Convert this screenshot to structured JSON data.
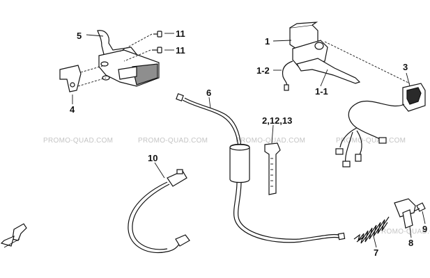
{
  "callouts": {
    "c5": "5",
    "c11a": "11",
    "c11b": "11",
    "c4": "4",
    "c1": "1",
    "c1_2": "1-2",
    "c1_1": "1-1",
    "c3": "3",
    "c6": "6",
    "c2_12_13": "2,12,13",
    "c10": "10",
    "c7": "7",
    "c8": "8",
    "c9": "9"
  },
  "watermark": "PROMO-QUAD.COM",
  "colors": {
    "ink": "#111111",
    "fill_gray": "#9a9a9a",
    "watermark": "#c4c4c4",
    "background": "#ffffff"
  },
  "icons": {
    "front_arrow": "front-direction-icon"
  }
}
